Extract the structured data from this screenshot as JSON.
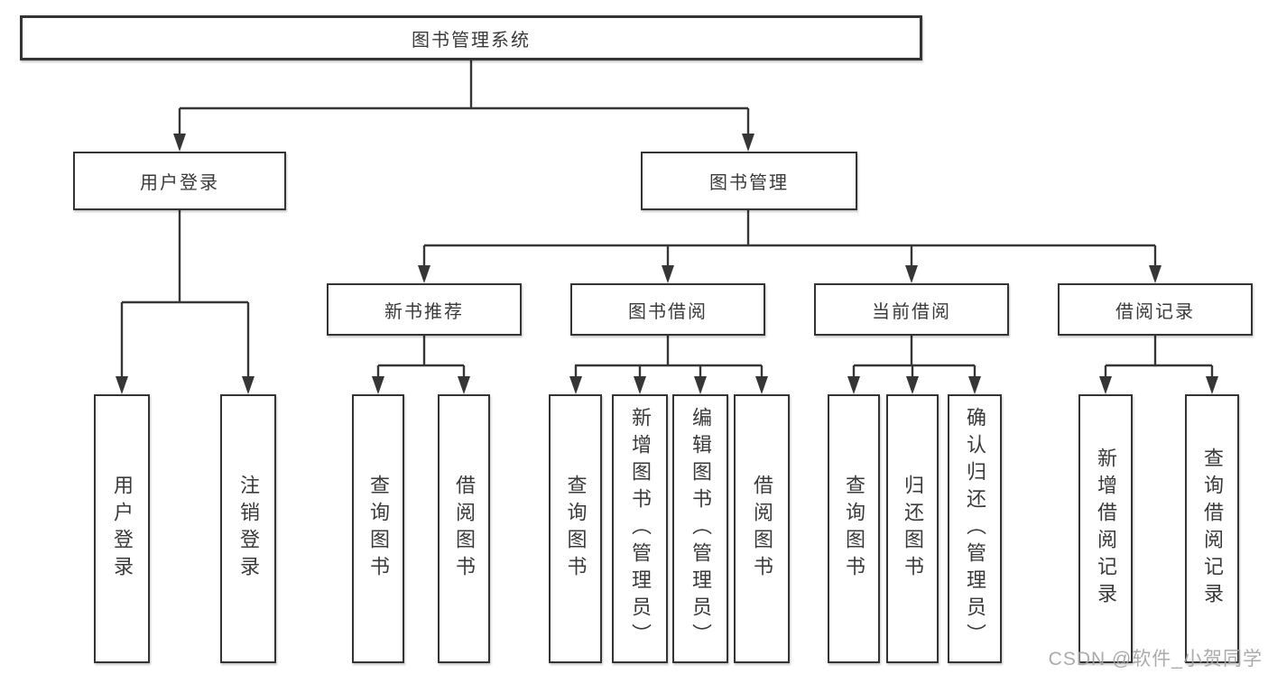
{
  "diagram_title": "图书管理系统",
  "tree": {
    "label": "图书管理系统",
    "children": [
      {
        "label": "用户登录",
        "children": [
          {
            "label": "用户登录"
          },
          {
            "label": "注销登录"
          }
        ]
      },
      {
        "label": "图书管理",
        "children": [
          {
            "label": "新书推荐",
            "children": [
              {
                "label": "查询图书"
              },
              {
                "label": "借阅图书"
              }
            ]
          },
          {
            "label": "图书借阅",
            "children": [
              {
                "label": "查询图书"
              },
              {
                "label": "新增图书（管理员）"
              },
              {
                "label": "编辑图书（管理员）"
              },
              {
                "label": "借阅图书"
              }
            ]
          },
          {
            "label": "当前借阅",
            "children": [
              {
                "label": "查询图书"
              },
              {
                "label": "归还图书"
              },
              {
                "label": "确认归还（管理员）"
              }
            ]
          },
          {
            "label": "借阅记录",
            "children": [
              {
                "label": "新增借阅记录"
              },
              {
                "label": "查询借阅记录"
              }
            ]
          }
        ]
      }
    ]
  },
  "watermark": "CSDN @软件_小贺同学",
  "colors": {
    "line": "#363636",
    "box_border": "#343434",
    "text": "#3a3a3a",
    "watermark": "#a4a4a4",
    "background": "#ffffff"
  }
}
